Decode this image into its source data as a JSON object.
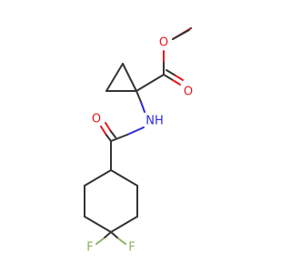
{
  "atoms": {
    "ester_o_single": {
      "label": "O",
      "color": "#e8191b"
    },
    "ester_o_double": {
      "label": "O",
      "color": "#e8191b"
    },
    "amide_o": {
      "label": "O",
      "color": "#e8191b"
    },
    "amide_n": {
      "label": "NH",
      "color": "#2a2bd8"
    },
    "fluorine_left": {
      "label": "F",
      "color": "#8bb25f"
    },
    "fluorine_right": {
      "label": "F",
      "color": "#8bb25f"
    }
  }
}
